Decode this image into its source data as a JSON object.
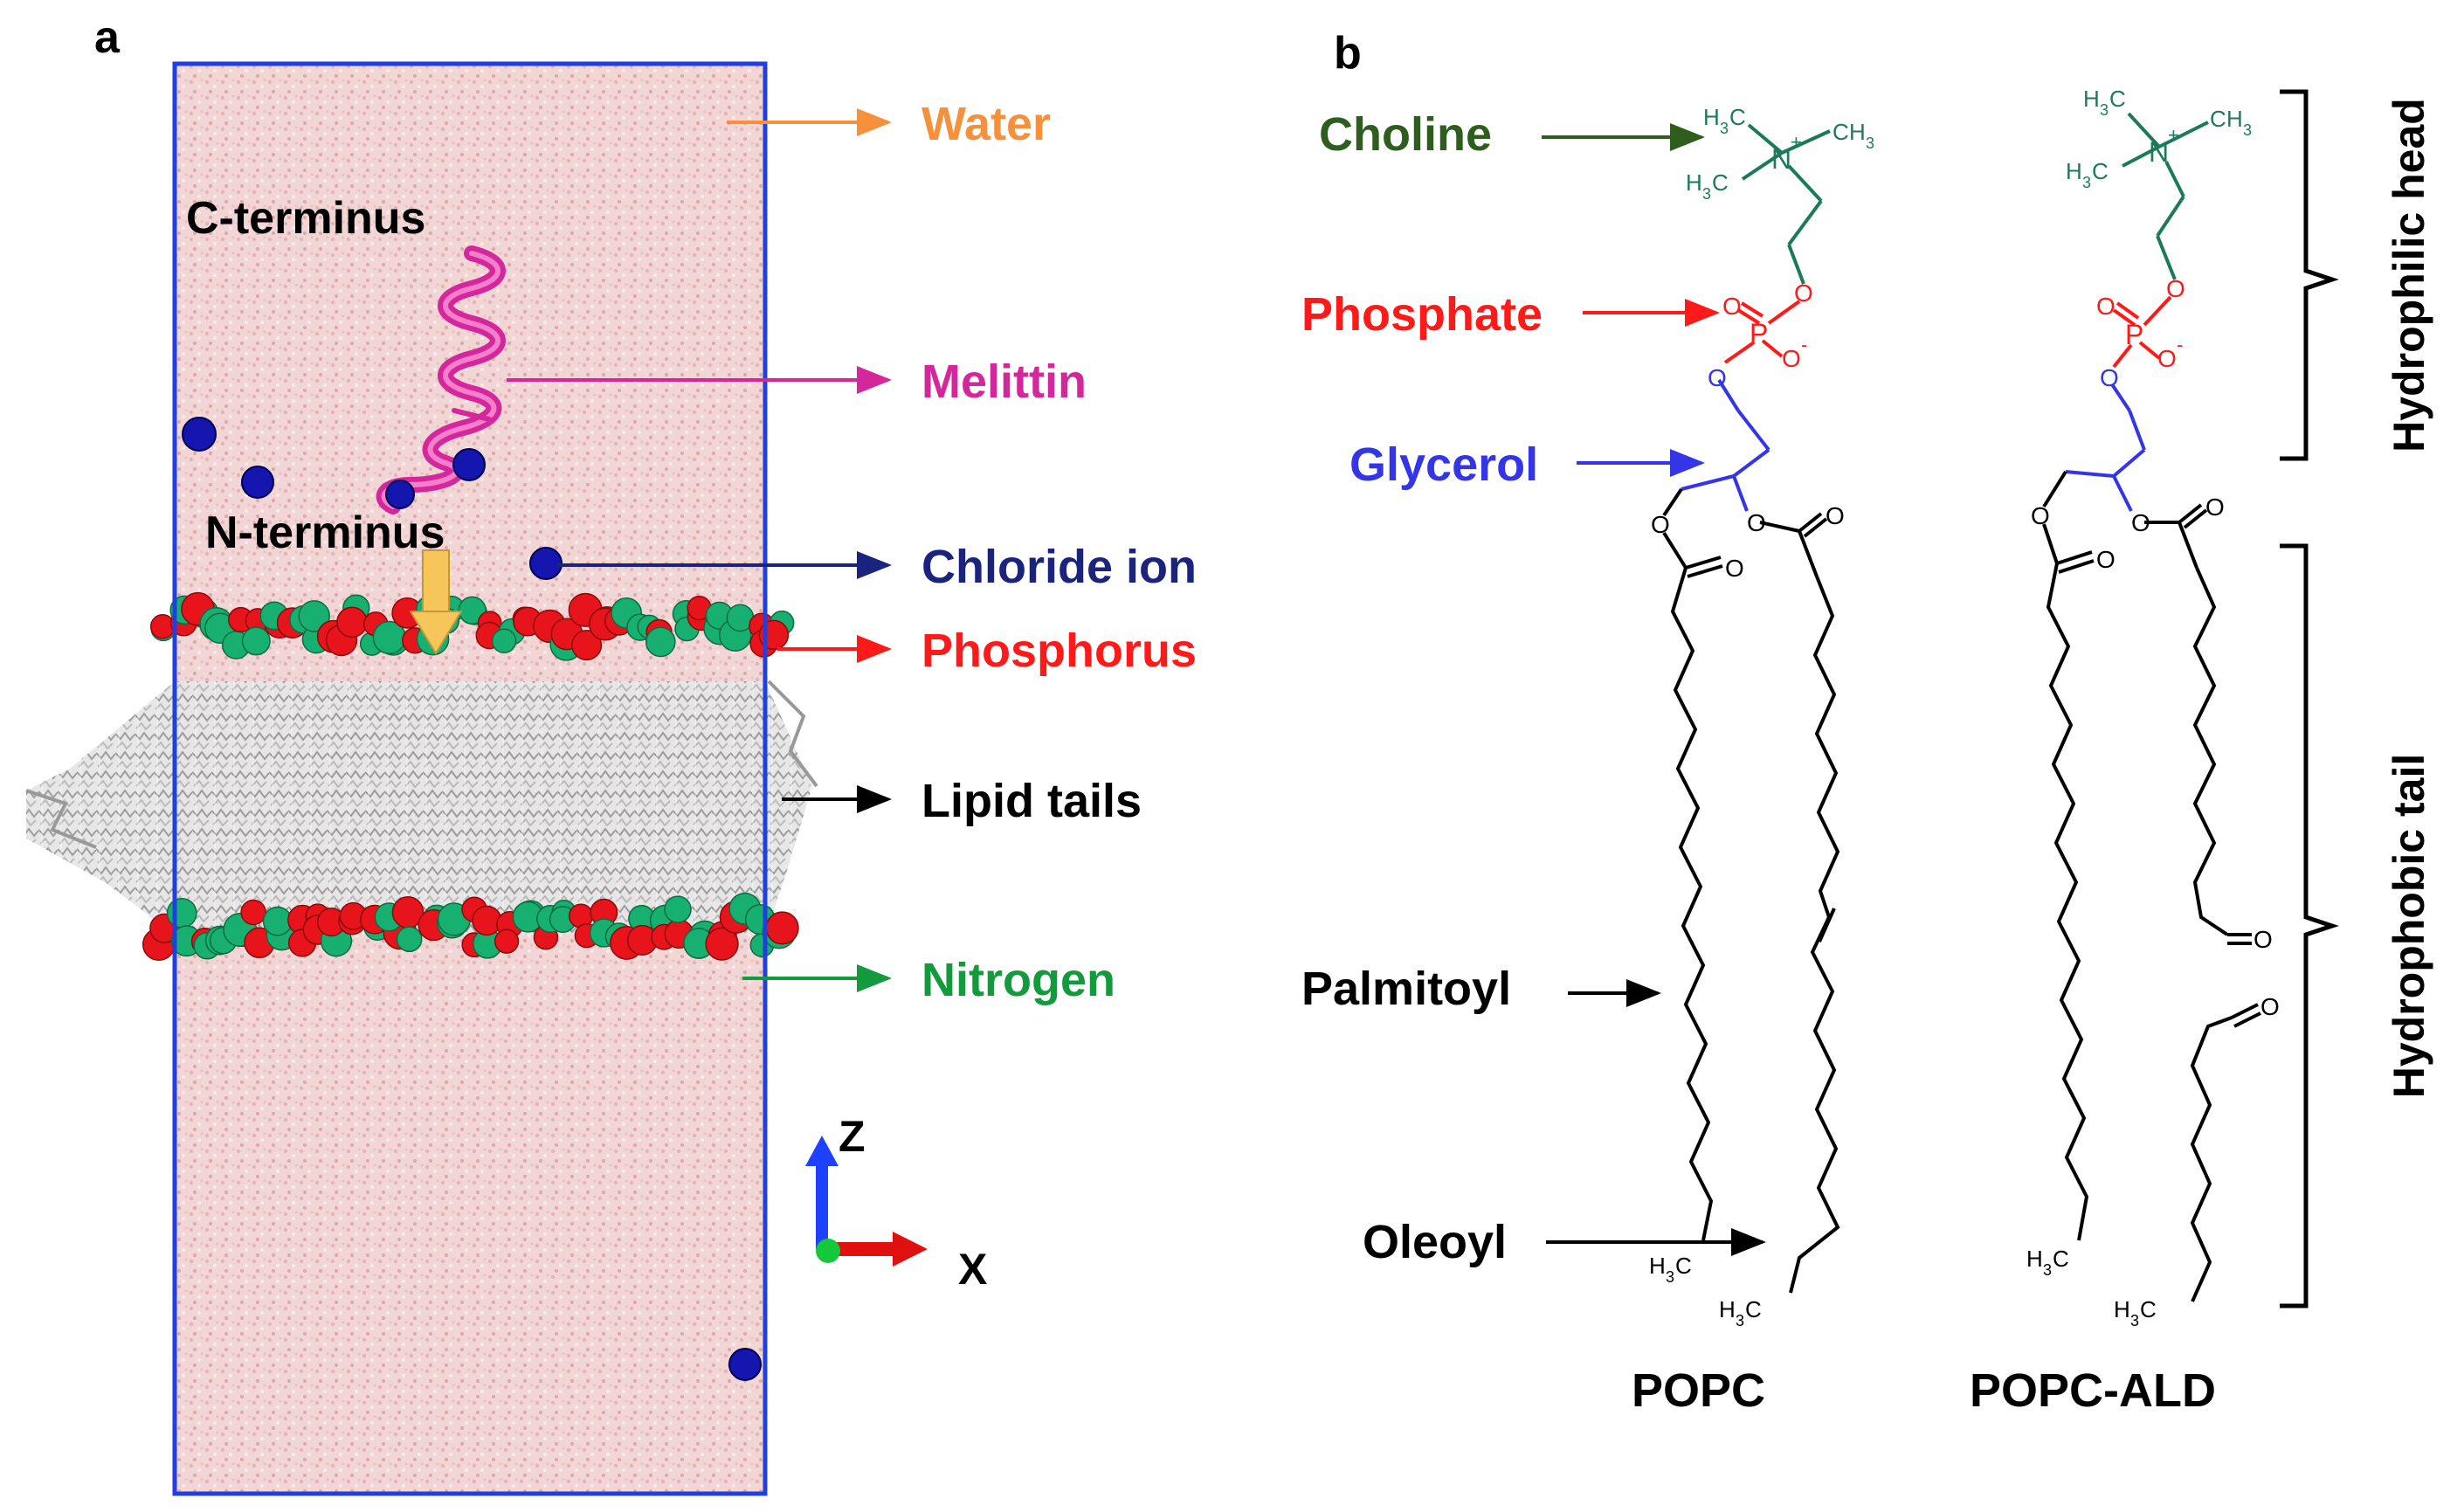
{
  "panel_a": {
    "letter": "a",
    "labels": {
      "water": "Water",
      "c_terminus": "C-terminus",
      "melittin": "Melittin",
      "n_terminus": "N-terminus",
      "chloride": "Chloride ion",
      "phosphorus": "Phosphorus",
      "lipid_tails": "Lipid tails",
      "nitrogen": "Nitrogen"
    },
    "axes": {
      "z": "Z",
      "x": "X"
    }
  },
  "panel_b": {
    "letter": "b",
    "labels": {
      "choline": "Choline",
      "phosphate": "Phosphate",
      "glycerol": "Glycerol",
      "palmitoyl": "Palmitoyl",
      "oleoyl": "Oleoyl"
    },
    "molecules": {
      "popc": "POPC",
      "popc_ald": "POPC-ALD"
    },
    "regions": {
      "head": "Hydrophilic head",
      "tail": "Hydrophobic tail"
    },
    "atoms": {
      "N": "N",
      "plus": "+",
      "O": "O",
      "P": "P",
      "minus": "-",
      "H": "H",
      "C": "C",
      "sub3": "3"
    }
  },
  "colors": {
    "water": "#f6903a",
    "melittin": "#d4279b",
    "chloride": "#1a237e",
    "phosphorus": "#ff1a1a",
    "lipid_tails": "#000000",
    "nitrogen": "#139a3c",
    "choline": "#2e5e1e",
    "phosphate": "#ff1a1a",
    "glycerol": "#3535e8",
    "box": "#1f3fe0",
    "water_bg": "#efd2d2"
  }
}
